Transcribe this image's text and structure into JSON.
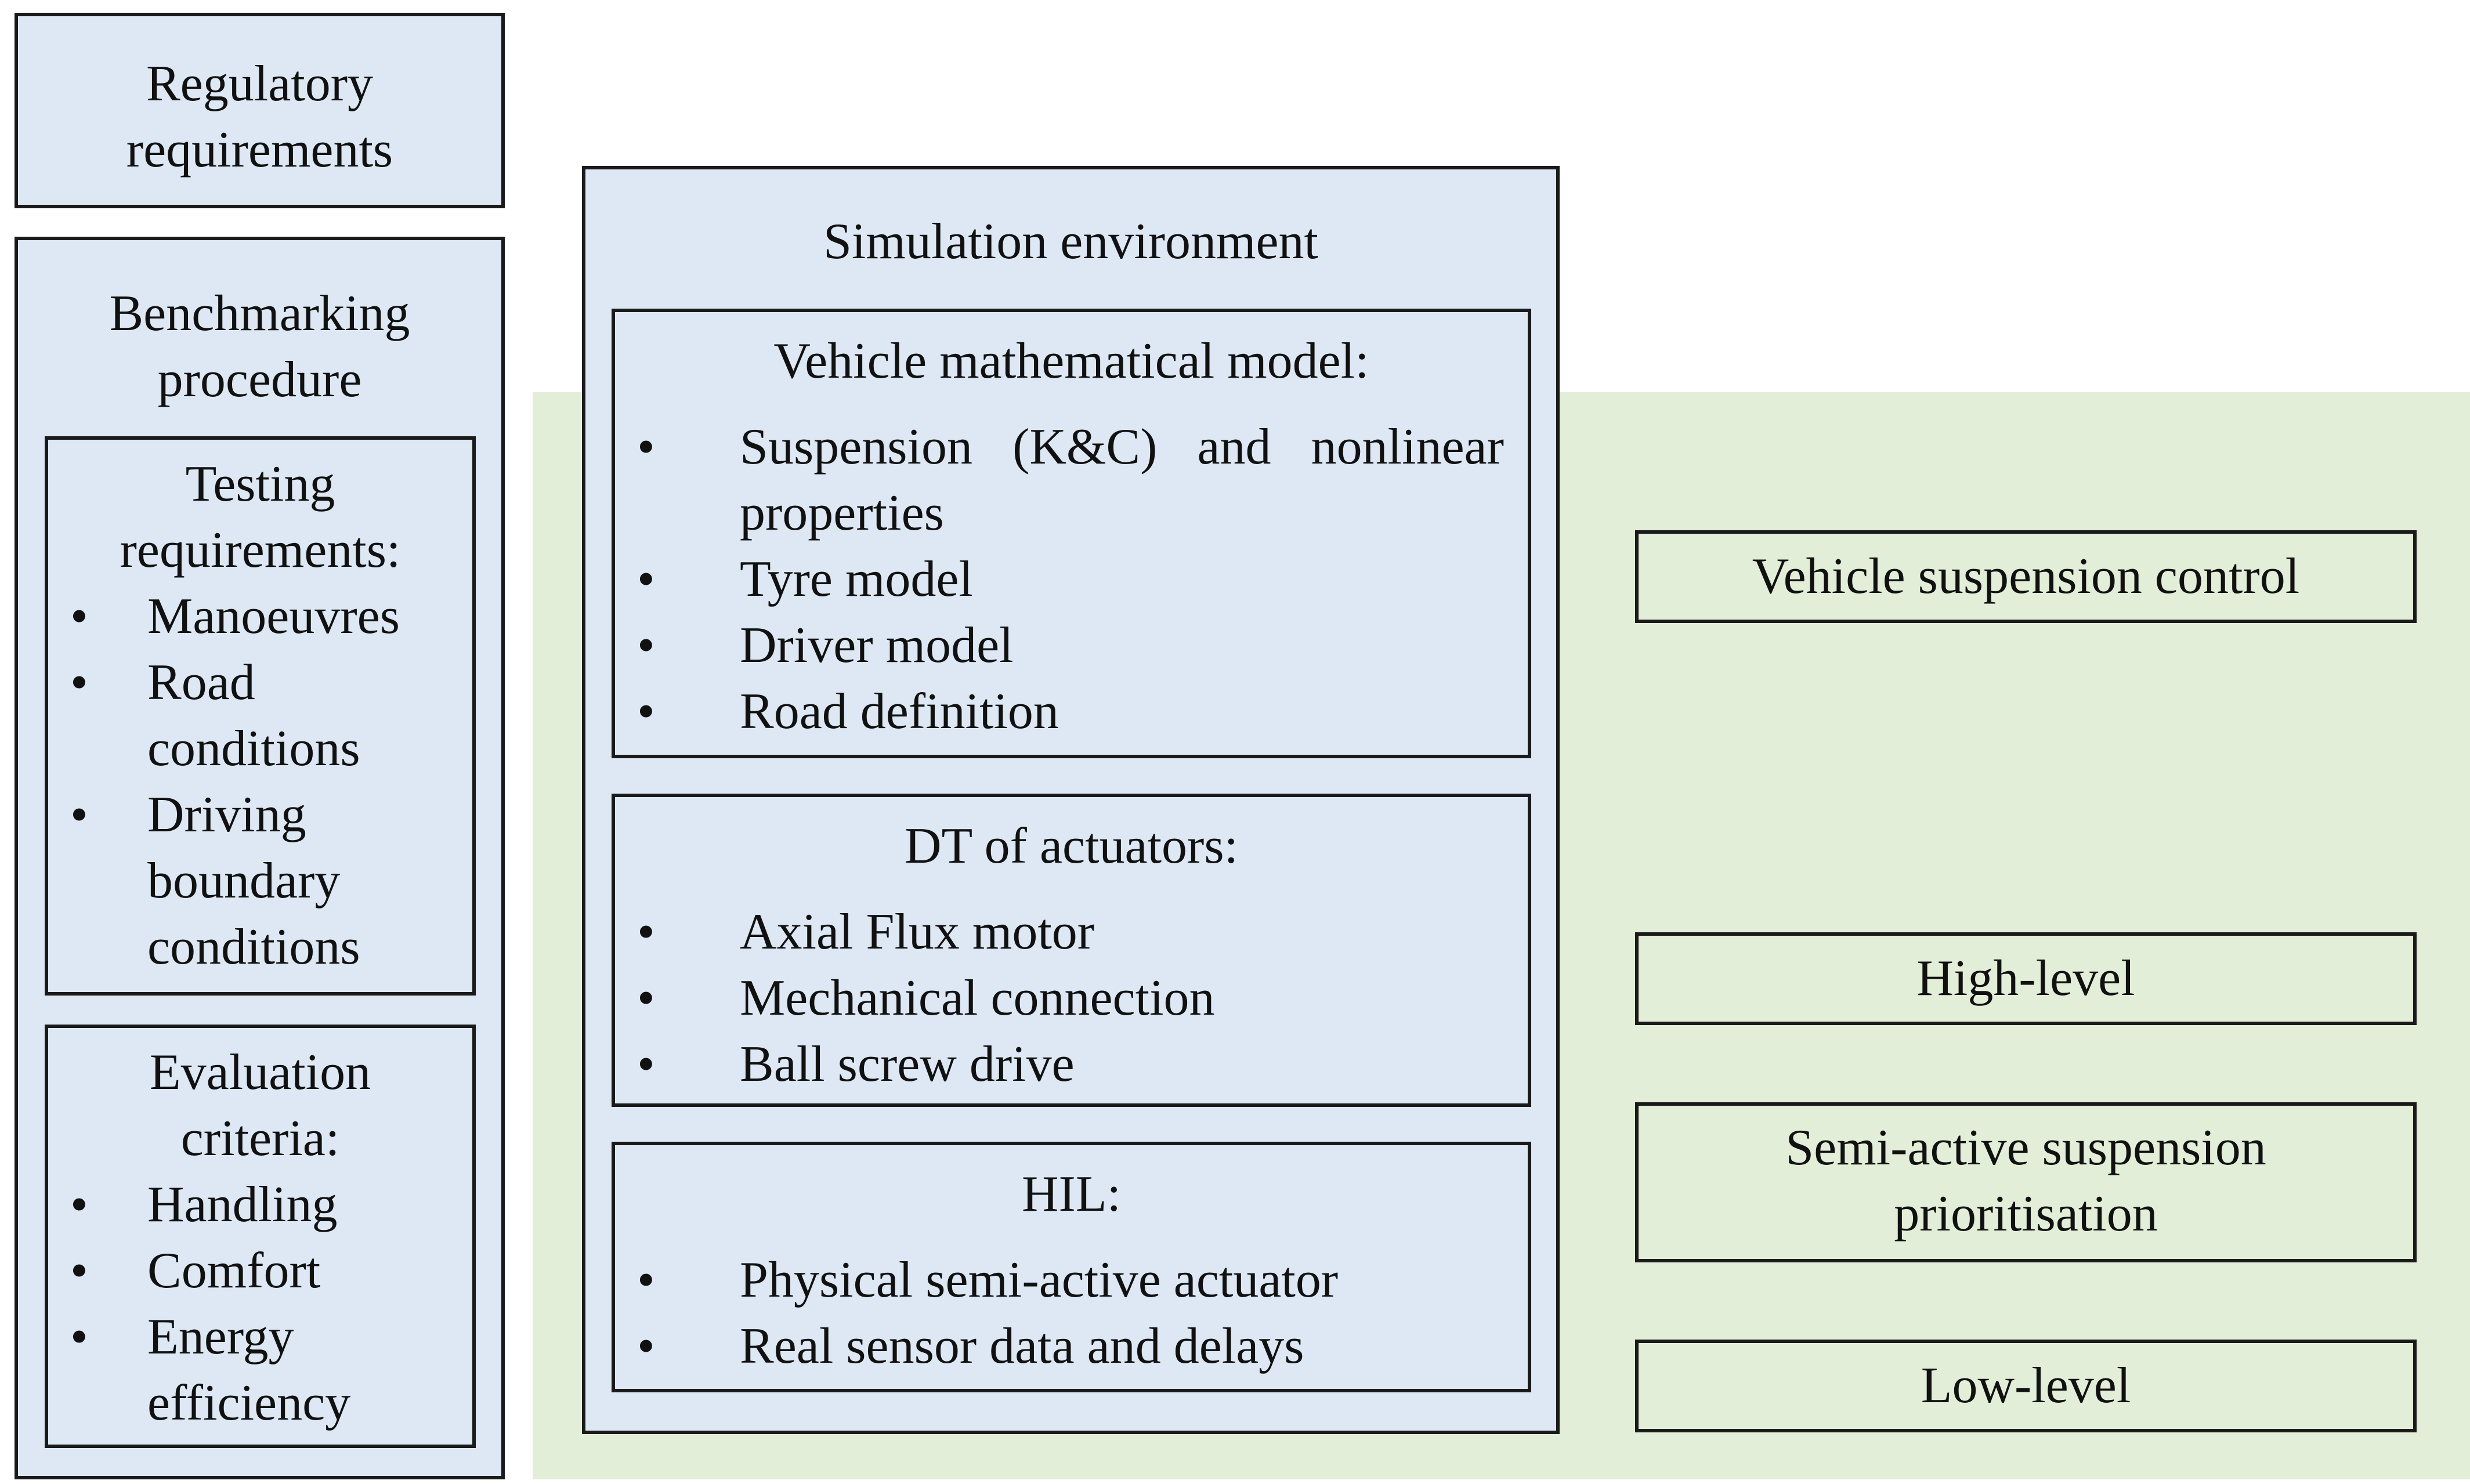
{
  "regulatory": {
    "title_lines": [
      "Regulatory",
      "requirements"
    ]
  },
  "benchmarking": {
    "title_lines": [
      "Benchmarking",
      "procedure"
    ],
    "testing": {
      "title_lines": [
        "Testing",
        "requirements:"
      ],
      "items": [
        [
          "Manoeuvres"
        ],
        [
          "Road",
          "conditions"
        ],
        [
          "Driving",
          "boundary",
          "conditions"
        ]
      ]
    },
    "evaluation": {
      "title_lines": [
        "Evaluation",
        "criteria:"
      ],
      "items": [
        [
          "Handling"
        ],
        [
          "Comfort"
        ],
        [
          "Energy",
          "efficiency"
        ]
      ]
    }
  },
  "simulation": {
    "title": "Simulation environment",
    "vehicle_model": {
      "title": "Vehicle mathematical model:",
      "items": [
        [
          "Suspension (K&C) and nonlinear",
          "properties"
        ],
        [
          "Tyre model"
        ],
        [
          "Driver model"
        ],
        [
          "Road definition"
        ]
      ]
    },
    "dt_actuators": {
      "title": "DT of actuators:",
      "items": [
        [
          "Axial Flux motor"
        ],
        [
          "Mechanical connection"
        ],
        [
          "Ball screw drive"
        ]
      ]
    },
    "hil": {
      "title": "HIL:",
      "items": [
        [
          "Physical semi-active actuator"
        ],
        [
          "Real sensor data and delays"
        ]
      ]
    }
  },
  "control": {
    "vehicle_suspension": "Vehicle suspension control",
    "high_level": "High-level",
    "semi_active_lines": [
      "Semi-active suspension",
      "prioritisation"
    ],
    "low_level": "Low-level"
  },
  "bullet": "•",
  "colors": {
    "blue_fill": "#dde8f4",
    "green_fill": "#e2eed8",
    "border": "#1a1a1a"
  }
}
